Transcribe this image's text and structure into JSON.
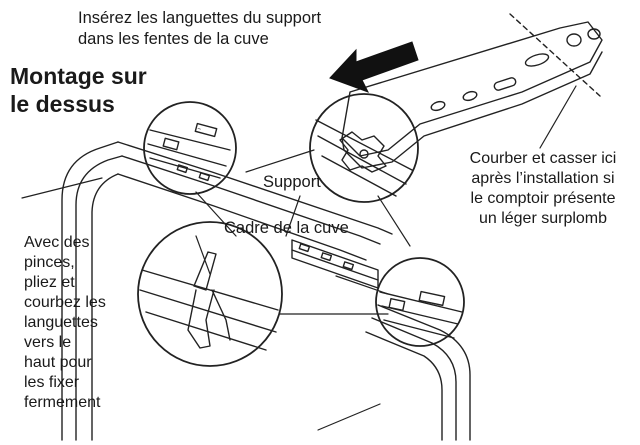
{
  "instruction": {
    "line1": "Insérez les languettes du support",
    "line2": "dans les fentes de la cuve"
  },
  "title": {
    "line1": "Montage sur",
    "line2": "le dessus"
  },
  "labels": {
    "support": "Support",
    "cadre": "Cadre de la cuve"
  },
  "note_right": {
    "line1": "Courber et casser ici",
    "line2": "après l’installation si",
    "line3": "le comptoir présente",
    "line4": "un léger surplomb"
  },
  "note_left": {
    "line1": "Avec des",
    "line2": "pinces,",
    "line3": "pliez et",
    "line4": "courbez les",
    "line5": "languettes",
    "line6": "vers le",
    "line7": "haut pour",
    "line8": "les fixer",
    "line9": "fermement"
  },
  "colors": {
    "ink": "#1a1a1a",
    "background": "#ffffff"
  },
  "icons": {
    "arrow": "insert-direction-arrow"
  }
}
